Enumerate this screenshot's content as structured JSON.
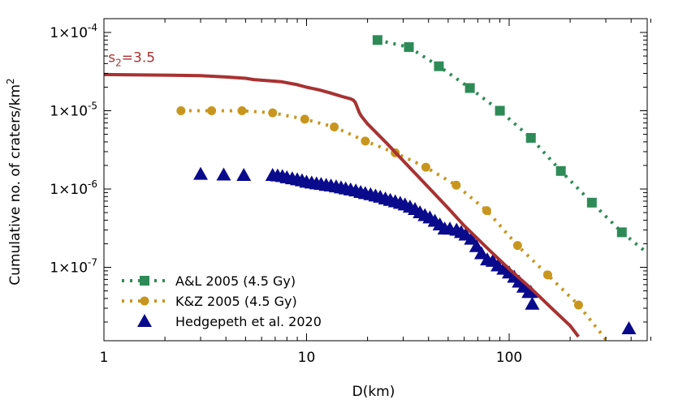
{
  "chart_data": {
    "type": "scatter",
    "xscale": "log",
    "yscale": "log",
    "xlim": [
      1,
      500
    ],
    "ylim": [
      1.2e-08,
      0.00012
    ],
    "grid": false,
    "legend_position": "bottom-left",
    "xlabel": "D(km)",
    "ylabel": "Cumulative no. of craters/km²",
    "x_ticks": [
      {
        "value": 1,
        "label": "1"
      },
      {
        "value": 10,
        "label": "10"
      },
      {
        "value": 100,
        "label": "100"
      }
    ],
    "y_ticks": [
      {
        "value": 0.0001,
        "base": "1×10",
        "exp": "-4"
      },
      {
        "value": 1e-05,
        "base": "1×10",
        "exp": "-5"
      },
      {
        "value": 1e-06,
        "base": "1×10",
        "exp": "-6"
      },
      {
        "value": 1e-07,
        "base": "1×10",
        "exp": "-7"
      }
    ],
    "annotation": {
      "base": "s",
      "sub": "2",
      "rest": "=3.5",
      "x": 1.05,
      "y": 4.2e-05,
      "color": "#a83232"
    },
    "series": [
      {
        "name": "A&L 2005 (4.5 Gy)",
        "color": "#2e8b57",
        "marker": "square",
        "line": "dotted",
        "x": [
          22.4,
          32,
          45,
          64,
          90,
          128,
          180,
          256,
          360
        ],
        "y": [
          8e-05,
          6.5e-05,
          3.7e-05,
          1.95e-05,
          1e-05,
          4.5e-06,
          1.7e-06,
          6.7e-07,
          2.8e-07
        ],
        "line_extension": [
          [
            22.4,
            8e-05
          ],
          [
            32,
            6.5e-05
          ],
          [
            45,
            3.7e-05
          ],
          [
            64,
            1.95e-05
          ],
          [
            90,
            1e-05
          ],
          [
            128,
            4.5e-06
          ],
          [
            180,
            1.7e-06
          ],
          [
            256,
            6.7e-07
          ],
          [
            360,
            2.8e-07
          ],
          [
            500,
            1.4e-07
          ]
        ]
      },
      {
        "name": "K&Z 2005 (4.5 Gy)",
        "color": "#c8961e",
        "marker": "circle",
        "line": "dotted",
        "x": [
          2.4,
          3.4,
          4.8,
          6.8,
          9.8,
          13.7,
          19.5,
          27.4,
          38.8,
          54.8,
          77.5,
          110,
          155,
          220
        ],
        "y": [
          1e-05,
          1e-05,
          1e-05,
          9.4e-06,
          7.8e-06,
          6.2e-06,
          4.1e-06,
          2.9e-06,
          1.9e-06,
          1.12e-06,
          5.3e-07,
          1.9e-07,
          8e-08,
          3.3e-08
        ],
        "line_extension": [
          [
            2.4,
            1e-05
          ],
          [
            3.4,
            1e-05
          ],
          [
            4.8,
            1e-05
          ],
          [
            6.8,
            9.4e-06
          ],
          [
            9.8,
            7.8e-06
          ],
          [
            13.7,
            6.2e-06
          ],
          [
            19.5,
            4.1e-06
          ],
          [
            27.4,
            2.9e-06
          ],
          [
            38.8,
            1.9e-06
          ],
          [
            54.8,
            1.12e-06
          ],
          [
            77.5,
            5.3e-07
          ],
          [
            110,
            1.9e-07
          ],
          [
            155,
            8e-08
          ],
          [
            220,
            3.3e-08
          ],
          [
            300,
            1.2e-08
          ]
        ]
      },
      {
        "name": "Hedgepeth et al. 2020",
        "color": "#0a0a8c",
        "marker": "triangle",
        "line": "none",
        "x": [
          3,
          3.9,
          4.9,
          6.8,
          7.2,
          7.6,
          8.0,
          8.5,
          9.0,
          9.5,
          10.0,
          10.6,
          11.2,
          11.8,
          12.5,
          13.2,
          14.0,
          14.8,
          15.6,
          16.5,
          17.5,
          18.5,
          19.5,
          20.7,
          21.9,
          23.1,
          24.5,
          25.9,
          27.4,
          29.0,
          30.6,
          32.4,
          34.3,
          36.3,
          38.4,
          40.6,
          43.0,
          45.5,
          48.1,
          51,
          55,
          58,
          61,
          65,
          69,
          73,
          78,
          83,
          88,
          94,
          100,
          106,
          112,
          118,
          125,
          128,
          130,
          390
        ],
        "y": [
          1.55e-06,
          1.52e-06,
          1.5e-06,
          1.5e-06,
          1.48e-06,
          1.45e-06,
          1.4e-06,
          1.36e-06,
          1.32e-06,
          1.28e-06,
          1.23e-06,
          1.2e-06,
          1.17e-06,
          1.15e-06,
          1.12e-06,
          1.1e-06,
          1.07e-06,
          1.04e-06,
          1.01e-06,
          9.8e-07,
          9.5e-07,
          9.1e-07,
          8.8e-07,
          8.5e-07,
          8.2e-07,
          7.9e-07,
          7.5e-07,
          7.2e-07,
          6.9e-07,
          6.6e-07,
          6.3e-07,
          5.9e-07,
          5.5e-07,
          5e-07,
          4.6e-07,
          4.3e-07,
          3.9e-07,
          3.5e-07,
          3.1e-07,
          3.1e-07,
          3e-07,
          2.8e-07,
          2.6e-07,
          2.3e-07,
          1.85e-07,
          1.5e-07,
          1.25e-07,
          1.2e-07,
          1.05e-07,
          9.5e-08,
          8.5e-08,
          7.5e-08,
          6.5e-08,
          5.6e-08,
          4.8e-08,
          4.8e-08,
          3.4e-08,
          1.65e-08
        ]
      },
      {
        "name": "",
        "color": "#a83232",
        "marker": "none",
        "line": "solid",
        "x": [
          1,
          2,
          3,
          4,
          5,
          5.5,
          6,
          6.5,
          7.5,
          9,
          10,
          11.5,
          13,
          14,
          15,
          16,
          16.5,
          17,
          17.4,
          17.8,
          18.2,
          18.6,
          20,
          25,
          30,
          40,
          50,
          60,
          80,
          100,
          130,
          160,
          200,
          220
        ],
        "y": [
          2.9e-05,
          2.85e-05,
          2.8e-05,
          2.7e-05,
          2.6e-05,
          2.5e-05,
          2.45e-05,
          2.42e-05,
          2.35e-05,
          2.15e-05,
          2e-05,
          1.85e-05,
          1.7e-05,
          1.6e-05,
          1.52e-05,
          1.45e-05,
          1.42e-05,
          1.37e-05,
          1.28e-05,
          1.1e-05,
          9.5e-06,
          8.6e-06,
          6.8e-06,
          3.8e-06,
          2.3e-06,
          1.05e-06,
          5.7e-07,
          3.4e-07,
          1.65e-07,
          9.5e-08,
          5.2e-08,
          3.1e-08,
          1.8e-08,
          1.3e-08
        ]
      }
    ]
  }
}
